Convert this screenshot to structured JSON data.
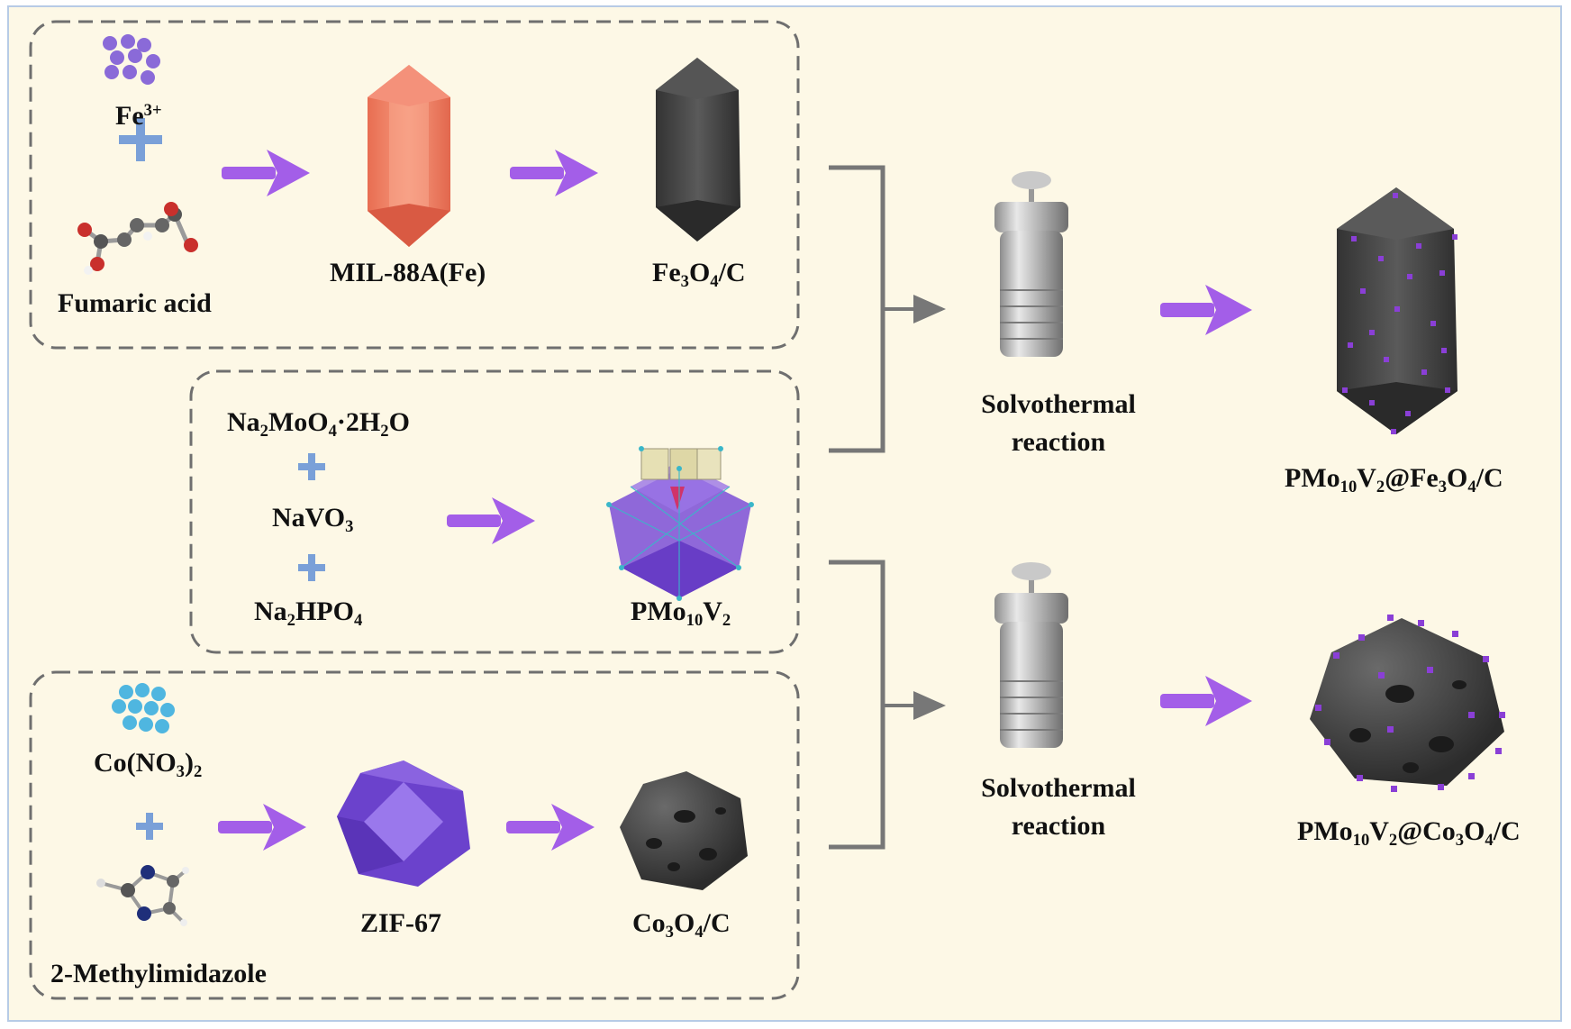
{
  "panels": {
    "top": {
      "fe_ion": "Fe",
      "fe_ion_charge": "3+",
      "fumaric_acid": "Fumaric acid",
      "mil": "MIL-88A(Fe)",
      "fe3o4c": {
        "a": "Fe",
        "b": "3",
        "c": "O",
        "d": "4",
        "e": "/C"
      }
    },
    "middle": {
      "molybdate": {
        "a": "Na",
        "b": "2",
        "c": "MoO",
        "d": "4",
        "e": "·2H",
        "f": "2",
        "g": "O"
      },
      "vanadate": {
        "a": "NaVO",
        "b": "3"
      },
      "phosphate": {
        "a": "Na",
        "b": "2",
        "c": "HPO",
        "d": "4"
      },
      "pmo": {
        "a": "PMo",
        "b": "10",
        "c": "V",
        "d": "2"
      }
    },
    "bottom": {
      "cobalt": {
        "a": "Co(NO",
        "b": "3",
        "c": ")",
        "d": "2"
      },
      "imidazole": "2-Methylimidazole",
      "zif": "ZIF-67",
      "co3o4c": {
        "a": "Co",
        "b": "3",
        "c": "O",
        "d": "4",
        "e": "/C"
      }
    }
  },
  "reaction": {
    "upper": {
      "line1": "Solvothermal",
      "line2": "reaction"
    },
    "lower": {
      "line1": "Solvothermal",
      "line2": "reaction"
    }
  },
  "products": {
    "fe": {
      "a": "PMo",
      "b": "10",
      "c": "V",
      "d": "2",
      "e": "@Fe",
      "f": "3",
      "g": "O",
      "h": "4",
      "i": "/C"
    },
    "co": {
      "a": "PMo",
      "b": "10",
      "c": "V",
      "d": "2",
      "e": "@Co",
      "f": "3",
      "g": "O",
      "h": "4",
      "i": "/C"
    }
  },
  "colors": {
    "background": "#fdf8e6",
    "arrow": "#a35ee8",
    "plus": "#7aa0d8",
    "bracket": "#777777",
    "mil_crystal": "#f0826a",
    "zif_crystal": "#7a4fd6",
    "carbon": "#4a4a4a",
    "fe_ion": "#8a6ad8",
    "co_ion": "#4fb6e0"
  }
}
